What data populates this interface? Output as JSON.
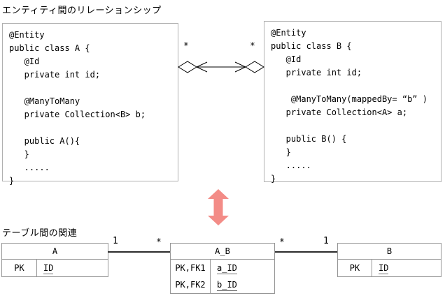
{
  "colors": {
    "transform_arrow_red": "#F38C87",
    "code_box_border": "#b0b0b0",
    "table_border": "#969696",
    "line_black": "#2b2b2b"
  },
  "entity_section": {
    "title": "エンティティ間のリレーションシップ",
    "entity_a_code": "@Entity\npublic class A {\n   @Id\n   private int id;\n\n   @ManyToMany\n   private Collection<B> b;\n\n   public A(){\n   }\n   .....\n}",
    "entity_b_code": "@Entity\npublic class B {\n   @Id\n   private int id;\n\n    @ManyToMany(mappedBy= “b” )\n   private Collection<A> a;\n\n   public B() {\n   }\n   .....\n}",
    "relationship": {
      "left_multiplicity": "*",
      "right_multiplicity": "*"
    }
  },
  "table_section": {
    "title": "テーブル間の関連",
    "tables": [
      {
        "name": "A",
        "rows": [
          {
            "key": "PK",
            "column": "ID"
          }
        ]
      },
      {
        "name": "A_B",
        "rows": [
          {
            "key": "PK,FK1",
            "column": "a_ID"
          },
          {
            "key": "PK,FK2",
            "column": "b_ID"
          }
        ]
      },
      {
        "name": "B",
        "rows": [
          {
            "key": "PK",
            "column": "ID"
          }
        ]
      }
    ],
    "relations": [
      {
        "from": "A",
        "to": "A_B",
        "from_multiplicity": "1",
        "to_multiplicity": "*"
      },
      {
        "from": "A_B",
        "to": "B",
        "from_multiplicity": "*",
        "to_multiplicity": "1"
      }
    ]
  }
}
